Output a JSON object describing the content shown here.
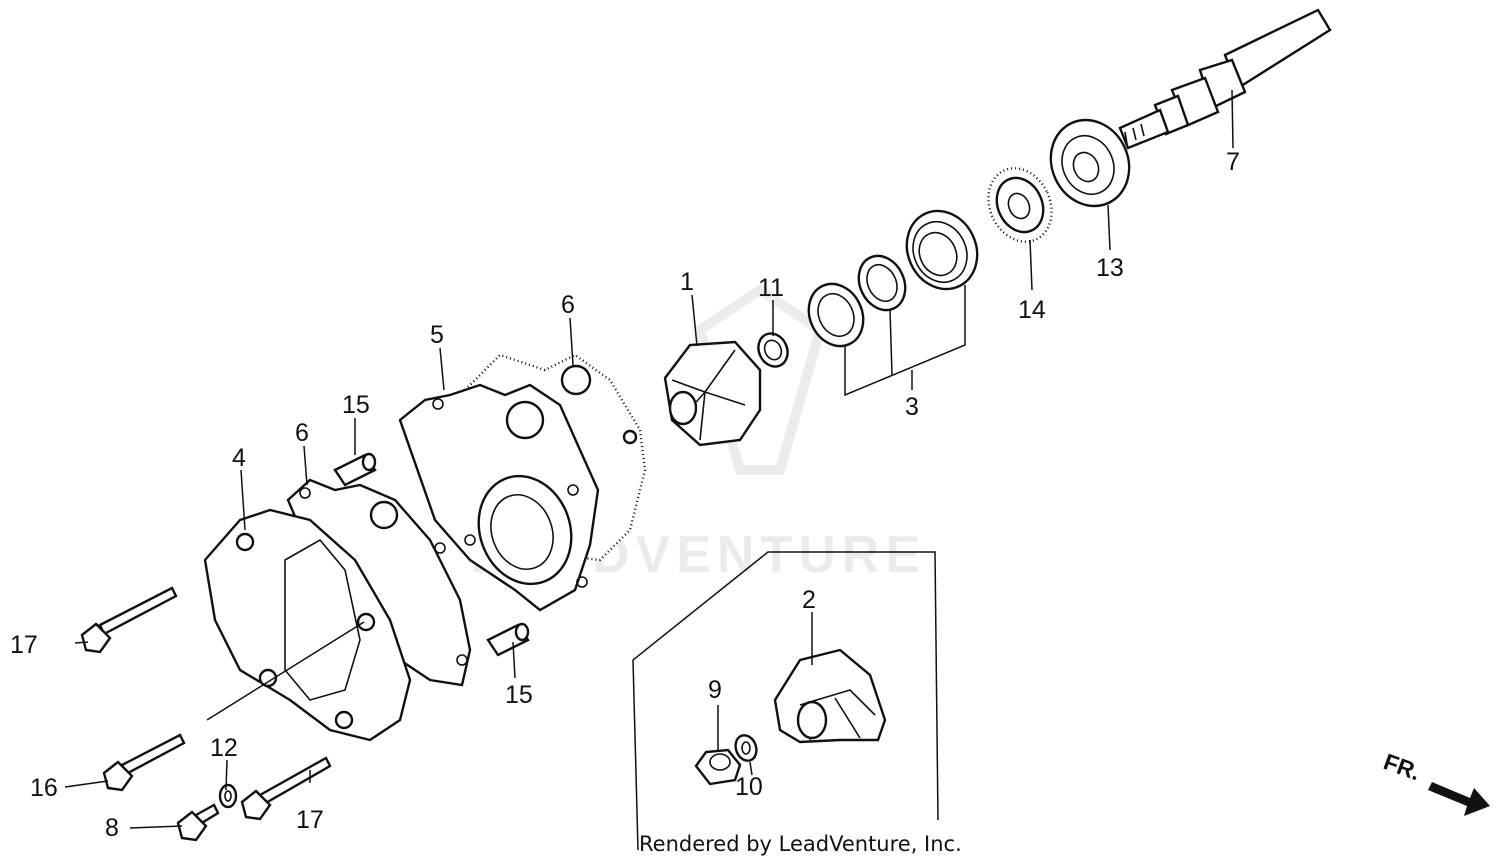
{
  "watermark": "LEADVENTURE",
  "credit": "Rendered by LeadVenture, Inc.",
  "direction": "FR.",
  "callouts": {
    "c1": "1",
    "c2": "2",
    "c3": "3",
    "c4": "4",
    "c5": "5",
    "c6a": "6",
    "c6b": "6",
    "c7": "7",
    "c8": "8",
    "c9": "9",
    "c10": "10",
    "c11": "11",
    "c12": "12",
    "c13": "13",
    "c14": "14",
    "c15a": "15",
    "c15b": "15",
    "c16": "16",
    "c17a": "17",
    "c17b": "17"
  }
}
